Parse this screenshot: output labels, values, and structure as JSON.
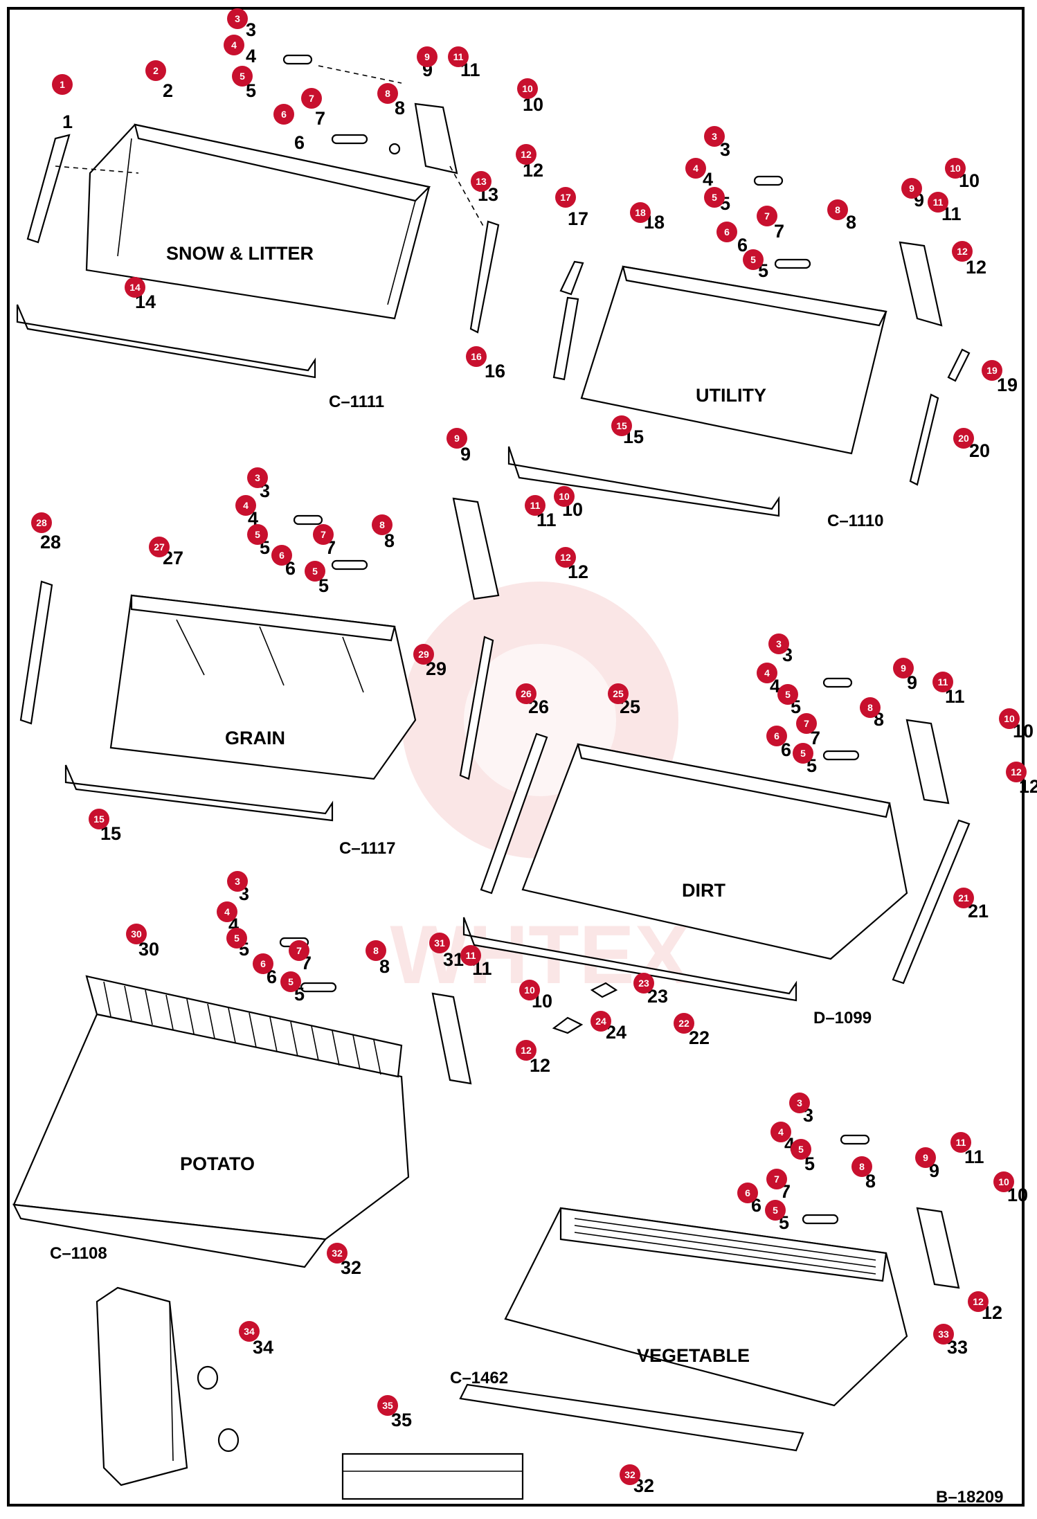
{
  "drawing_code": "B–18209",
  "watermark_text": "WHTEX",
  "buckets": {
    "snow_litter": {
      "title": "SNOW & LITTER",
      "code": "C–1111"
    },
    "utility": {
      "title": "UTILITY",
      "code": "C–1110"
    },
    "grain": {
      "title": "GRAIN",
      "code": "C–1117"
    },
    "dirt": {
      "title": "DIRT",
      "code": "D–1099"
    },
    "potato": {
      "title": "POTATO",
      "code": "C–1108"
    },
    "vegetable": {
      "title": "VEGETABLE",
      "code": "C–1462"
    }
  },
  "labels": {
    "n1": "1",
    "n2": "2",
    "n3": "3",
    "n4": "4",
    "n5": "5",
    "n6": "6",
    "n7": "7",
    "n8": "8",
    "n9": "9",
    "n10": "10",
    "n11": "11",
    "n12": "12",
    "n13": "13",
    "n14": "14",
    "n15": "15",
    "n16": "16",
    "n17": "17",
    "n18": "18",
    "n19": "19",
    "n20": "20",
    "n21": "21",
    "n22": "22",
    "n23": "23",
    "n24": "24",
    "n25": "25",
    "n26": "26",
    "n27": "27",
    "n28": "28",
    "n29": "29",
    "n30": "30",
    "n31": "31",
    "n32": "32",
    "n33": "33",
    "n34": "34",
    "n35": "35"
  },
  "colors": {
    "callout": "#c8102e",
    "line": "#000000",
    "watermark": "#f2b8b8"
  }
}
